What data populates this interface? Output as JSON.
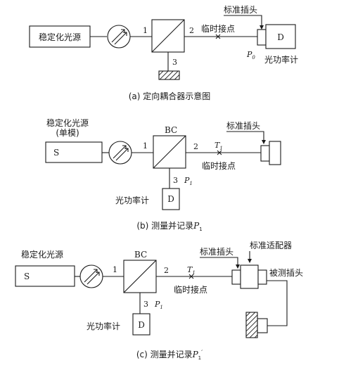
{
  "panels": {
    "a": {
      "caption": "(a) 定向耦合器示意图",
      "source": "稳定化光源",
      "port1": "1",
      "port2": "2",
      "port3": "3",
      "temp_joint": "临时接点",
      "std_plug": "标准插头",
      "detector_letter": "D",
      "power_var": "P",
      "power_sub": "0",
      "power_meter": "光功率计"
    },
    "b": {
      "caption_text": "(b) 测量并记录",
      "caption_var": "P",
      "caption_sub": "1",
      "source_line1": "稳定化光源",
      "source_line2": "(单模)",
      "source_letter": "S",
      "bc": "BC",
      "port1": "1",
      "port2": "2",
      "port3": "3",
      "t_var": "T",
      "t_sub": "1",
      "temp_joint": "临时接点",
      "std_plug": "标准插头",
      "p_var": "P",
      "p_sub": "1",
      "power_meter": "光功率计",
      "detector_letter": "D"
    },
    "c": {
      "caption_text": "(c) 测量并记录",
      "caption_var": "P",
      "caption_sub": "1",
      "caption_prime": "′",
      "source": "稳定化光源",
      "source_letter": "S",
      "bc": "BC",
      "port1": "1",
      "port2": "2",
      "port3": "3",
      "t_var": "T",
      "t_sub": "1",
      "temp_joint": "临时接点",
      "std_plug": "标准插头",
      "std_adapter": "标准适配器",
      "tested_plug": "被测插头",
      "p_var": "P",
      "p_sub": "1",
      "power_meter": "光功率计",
      "detector_letter": "D"
    }
  }
}
